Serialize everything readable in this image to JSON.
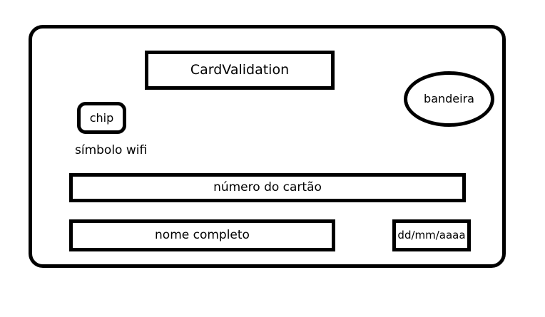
{
  "meta": {
    "diagram_title": "Credit card wireframe mockup",
    "background_color": "#ffffff",
    "stroke_color": "#000000",
    "text_color": "#000000"
  },
  "card": {
    "outline_name": "card-outline",
    "elements": {
      "validation_label": "CardValidation",
      "brand_label": "bandeira",
      "chip_label": "chip",
      "wifi_label": "símbolo wifi",
      "card_number_label": "número do cartão",
      "cardholder_name_label": "nome completo",
      "expiry_label": "dd/mm/aaaa"
    }
  }
}
